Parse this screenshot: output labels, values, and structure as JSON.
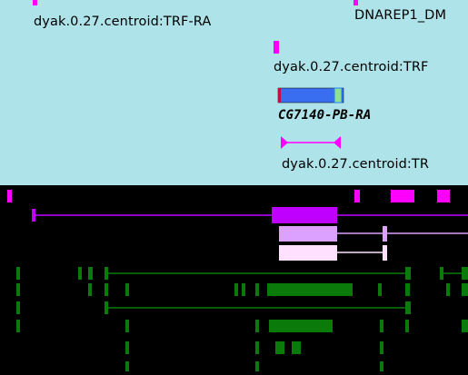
{
  "colors": {
    "top_background": "#aee3e9",
    "bottom_background": "#000000",
    "magenta": "#ff00ff",
    "purple": "#c000ff",
    "light_purple": "#dca0ff",
    "pale_purple": "#ffe0ff",
    "blue_gene": "#3a6ef0",
    "green_feature": "#0a7a0a"
  },
  "top_track": {
    "labels": {
      "trf_ra_1": "dyak.0.27.centroid:TRF-RA",
      "dnarep": "DNAREP1_DM",
      "trf_2": "dyak.0.27.centroid:TRF",
      "gene": "CG7140-PB-RA",
      "trf_3": "dyak.0.27.centroid:TR"
    }
  },
  "bottom_track": {
    "description_icons": [
      "magenta-marker",
      "purple-transcript",
      "green-feature"
    ]
  }
}
